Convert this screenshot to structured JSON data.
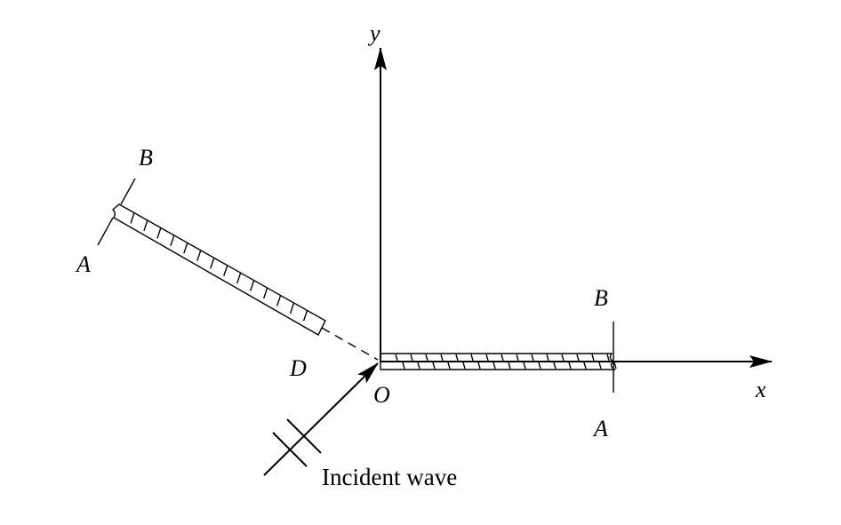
{
  "labels": {
    "y_axis": "y",
    "x_axis": "x",
    "origin": "O",
    "point_d": "D",
    "right_b": "B",
    "right_a": "A",
    "left_b": "B",
    "left_a": "A",
    "incident_wave": "Incident wave"
  }
}
